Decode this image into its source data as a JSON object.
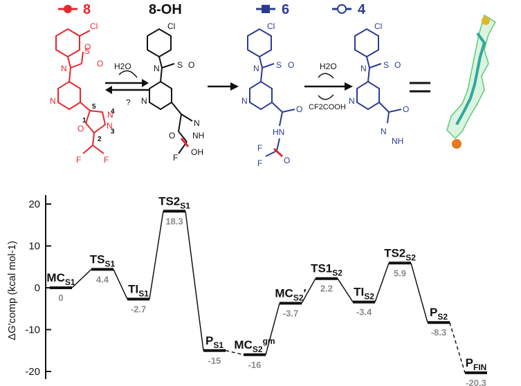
{
  "compounds": [
    {
      "label": "8",
      "color": "#e8262b",
      "marker": "circle-filled"
    },
    {
      "label": "8-OH",
      "color": "#111111",
      "marker": "none"
    },
    {
      "label": "6",
      "color": "#2b3a93",
      "marker": "square-filled"
    },
    {
      "label": "4",
      "color": "#2b3a93",
      "marker": "circle-open"
    }
  ],
  "reagents": {
    "water": "H2O",
    "question": "?",
    "byproduct": "CF2COOH"
  },
  "ring_numbers": [
    "5",
    "1",
    "4",
    "3",
    "2"
  ],
  "chart_data": {
    "type": "energy-profile",
    "ylabel": "ΔG′comp (kcal mol-1)",
    "ylim": [
      -22,
      22
    ],
    "yticks": [
      20,
      10,
      0,
      -10,
      -20
    ],
    "grid": false,
    "points": [
      {
        "base": "MC",
        "sub": "S1",
        "sup": "",
        "prime": "",
        "value": 0,
        "value_label": "0"
      },
      {
        "base": "TS",
        "sub": "S1",
        "sup": "",
        "prime": "",
        "value": 4.4,
        "value_label": "4.4"
      },
      {
        "base": "TI",
        "sub": "S1",
        "sup": "",
        "prime": "",
        "value": -2.7,
        "value_label": "-2.7"
      },
      {
        "base": "TS2",
        "sub": "S1",
        "sup": "",
        "prime": "",
        "value": 18.3,
        "value_label": "18.3"
      },
      {
        "base": "P",
        "sub": "S1",
        "sup": "",
        "prime": "",
        "value": -15,
        "value_label": "-15"
      },
      {
        "base": "MC",
        "sub": "S2",
        "sup": "gm",
        "prime": "",
        "value": -16,
        "value_label": "-16"
      },
      {
        "base": "MC",
        "sub": "S2",
        "sup": "",
        "prime": "′",
        "value": -3.7,
        "value_label": "-3.7"
      },
      {
        "base": "TS1",
        "sub": "S2",
        "sup": "",
        "prime": "",
        "value": 2.2,
        "value_label": "2.2"
      },
      {
        "base": "TI",
        "sub": "S2",
        "sup": "",
        "prime": "",
        "value": -3.4,
        "value_label": "-3.4"
      },
      {
        "base": "TS2",
        "sub": "S2",
        "sup": "",
        "prime": "",
        "value": 5.9,
        "value_label": "5.9"
      },
      {
        "base": "P",
        "sub": "S2",
        "sup": "",
        "prime": "",
        "value": -8.3,
        "value_label": "-8.3"
      },
      {
        "base": "P",
        "sub": "FIN",
        "sup": "",
        "prime": "",
        "value": -20.3,
        "value_label": "-20.3"
      }
    ],
    "dashed_connections": [
      [
        4,
        5
      ],
      [
        10,
        11
      ]
    ]
  }
}
